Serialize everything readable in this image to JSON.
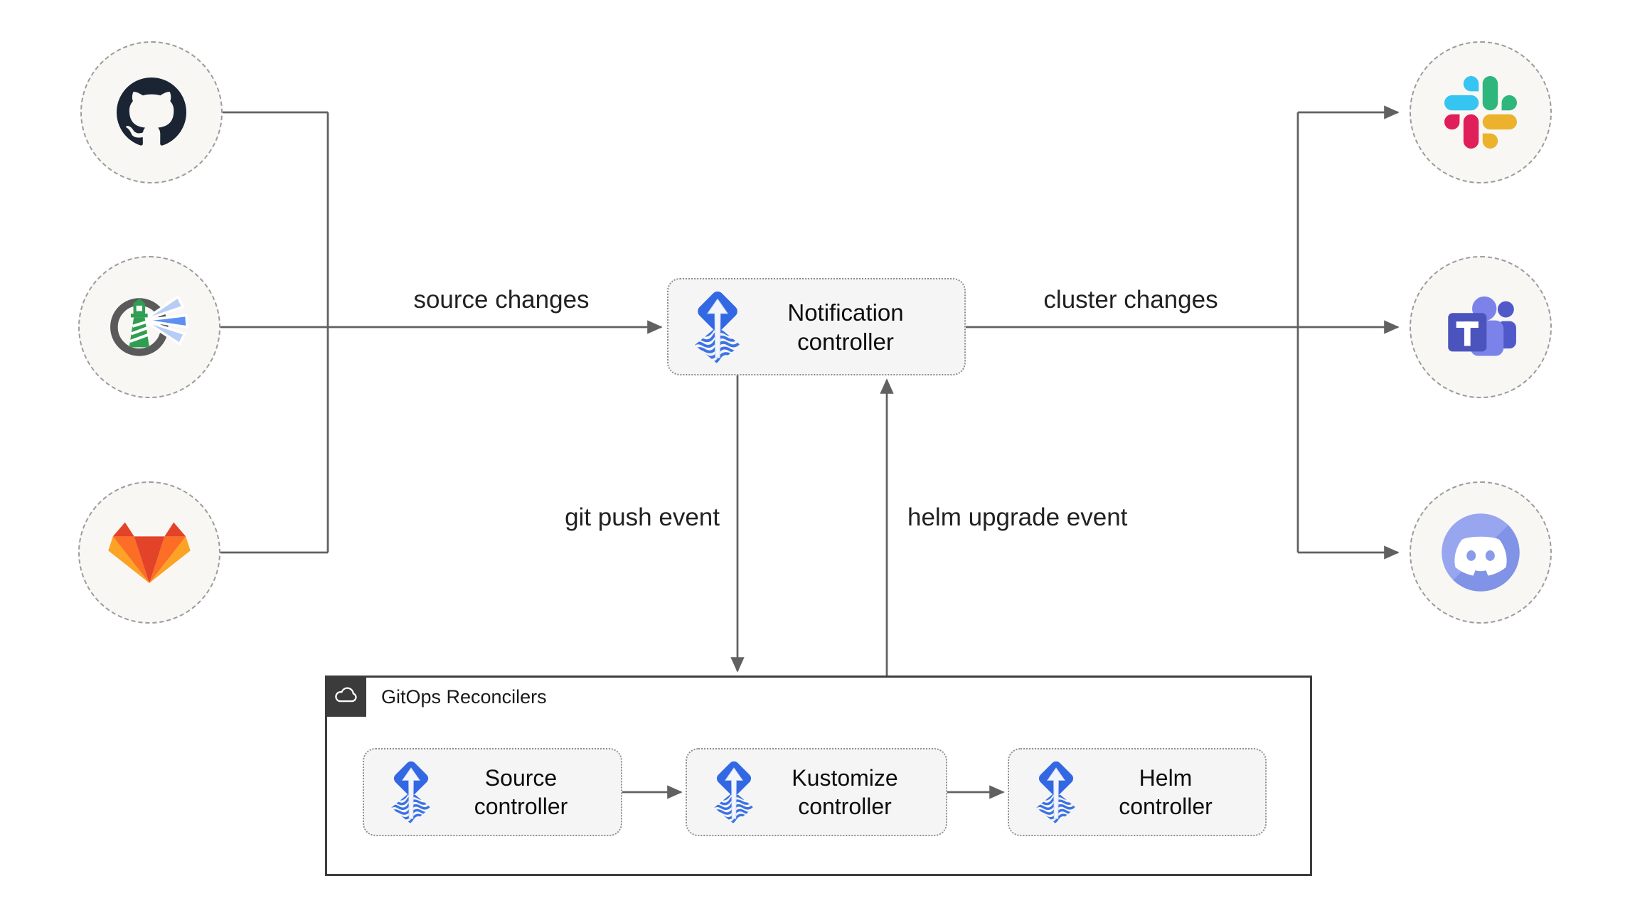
{
  "labels": {
    "source_changes": "source changes",
    "cluster_changes": "cluster changes",
    "git_push_event": "git push event",
    "helm_upgrade_event": "helm upgrade event"
  },
  "controllers": {
    "notification": {
      "line1": "Notification",
      "line2": "controller",
      "icon": "flux-icon"
    }
  },
  "reconcilers": {
    "title": "GitOps Reconcilers",
    "icon": "cloud-icon",
    "boxes": [
      {
        "line1": "Source",
        "line2": "controller",
        "icon": "flux-icon"
      },
      {
        "line1": "Kustomize",
        "line2": "controller",
        "icon": "flux-icon"
      },
      {
        "line1": "Helm",
        "line2": "controller",
        "icon": "flux-icon"
      }
    ]
  },
  "nodes": {
    "sources": [
      {
        "icon": "github-icon"
      },
      {
        "icon": "harbor-icon"
      },
      {
        "icon": "gitlab-icon"
      }
    ],
    "targets": [
      {
        "icon": "slack-icon"
      },
      {
        "icon": "teams-icon"
      },
      {
        "icon": "discord-icon"
      }
    ]
  },
  "colors": {
    "line": "#616161",
    "node_fill": "#f8f7f4",
    "box_fill": "#f5f5f5",
    "box_border": "#8f8f8f",
    "container_border": "#3d3d3d",
    "corner_bg": "#3b3b3b",
    "flux_blue": "#3268e3",
    "flux_wave": "#3b72e6",
    "github": "#1a2433",
    "gitlab_red": "#e24329",
    "gitlab_orange": "#fc6d26",
    "gitlab_yellow": "#fca326",
    "slack_blue": "#36c5f0",
    "slack_green": "#2eb67d",
    "slack_yellow": "#ecb22e",
    "slack_red": "#e01e5a",
    "teams_dark": "#4b53bc",
    "teams_mid": "#7b83eb",
    "teams_deep": "#5059c9",
    "discord_light": "#97a6ee",
    "discord_dark": "#8093e6",
    "discord_mid": "#8a9be9",
    "harbor_green": "#2f9e52",
    "harbor_gray": "#5a5a5a",
    "harbor_beam_light": "#b7cdf6",
    "harbor_beam_mid": "#6090ef"
  }
}
